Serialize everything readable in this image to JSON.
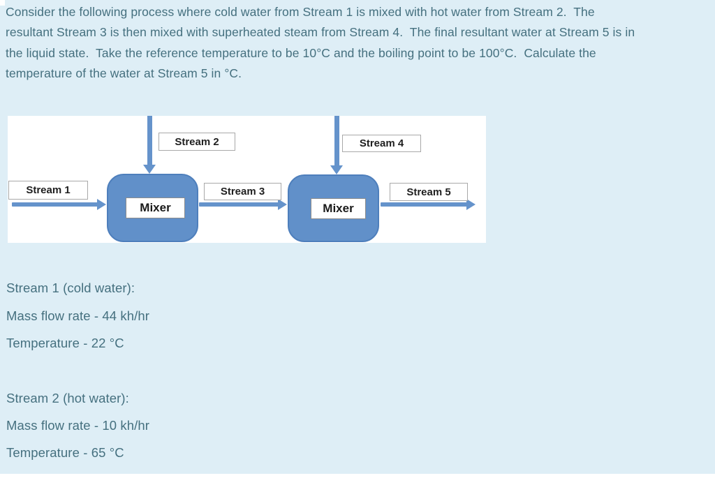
{
  "theme": {
    "bg": "#deeef6",
    "ink": "#45707f",
    "arrow": "#6593cb",
    "mixer_fill": "#6190c9",
    "mixer_border": "#4e7fbc",
    "box_border": "#a8a8a8",
    "label_ink": "#1f1f1f",
    "white": "#ffffff"
  },
  "problem": {
    "lines": [
      "Consider the following process where cold water from Stream 1 is mixed with hot water from Stream 2.  The",
      "resultant Stream 3 is then mixed with superheated steam from Stream 4.  The final resultant water at Stream 5 is in",
      "the liquid state.  Take the reference temperature to be 10°C and the boiling point to be 100°C.  Calculate the",
      "temperature of the water at Stream 5 in °C."
    ]
  },
  "diagram": {
    "stream_labels": [
      "Stream 1",
      "Stream 2",
      "Stream 3",
      "Stream 4",
      "Stream 5"
    ],
    "mixer_label": "Mixer"
  },
  "specs": {
    "stream1": {
      "title": "Stream 1 (cold water):",
      "flow": "Mass flow rate - 44 kh/hr",
      "temp": "Temperature - 22 °C"
    },
    "stream2": {
      "title": "Stream 2 (hot water):",
      "flow": "Mass flow rate - 10 kh/hr",
      "temp": "Temperature - 65 °C"
    }
  }
}
